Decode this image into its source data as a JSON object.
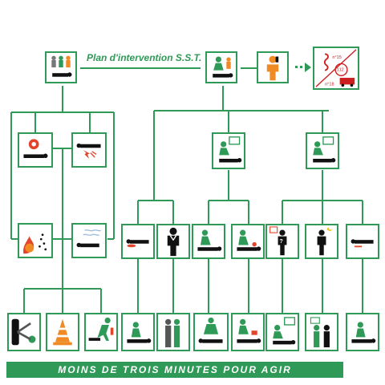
{
  "diagram": {
    "title": "Plan d'intervention S.S.T.",
    "footer": "MOINS DE TROIS MINUTES POUR AGIR",
    "emergency_numbers": [
      "n°15",
      "112",
      "n°18"
    ],
    "colors": {
      "line": "#2f9a57",
      "victim": "#111111",
      "rescuer": "#2f9a57",
      "danger": "#e2452b",
      "alert": "#f08a24"
    }
  }
}
